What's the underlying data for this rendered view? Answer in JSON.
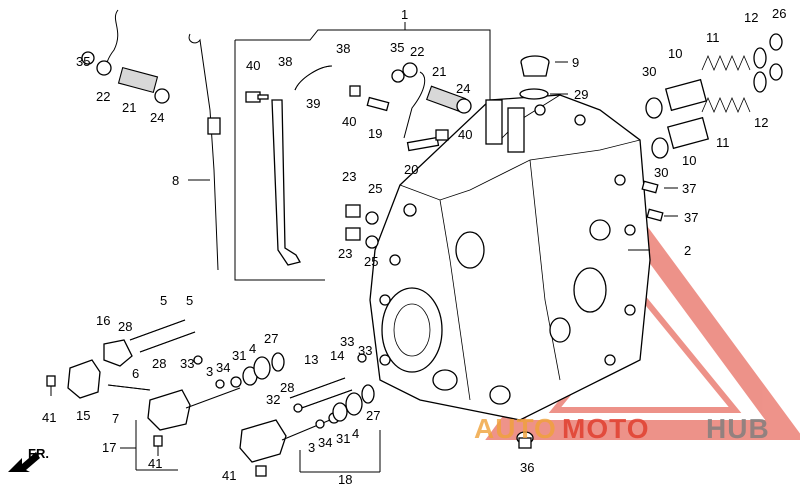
{
  "diagram": {
    "callouts": {
      "c1": "1",
      "c2": "2",
      "c3a": "3",
      "c3b": "3",
      "c4a": "4",
      "c4b": "4",
      "c5a": "5",
      "c5b": "5",
      "c6": "6",
      "c7": "7",
      "c8": "8",
      "c9": "9",
      "c10a": "10",
      "c10b": "10",
      "c11a": "11",
      "c11b": "11",
      "c12a": "12",
      "c12b": "12",
      "c13": "13",
      "c14": "14",
      "c15": "15",
      "c16": "16",
      "c17": "17",
      "c18": "18",
      "c19": "19",
      "c20": "20",
      "c21a": "21",
      "c21b": "21",
      "c22a": "22",
      "c22b": "22",
      "c23a": "23",
      "c23b": "23",
      "c24a": "24",
      "c24b": "24",
      "c25a": "25",
      "c25b": "25",
      "c26": "26",
      "c27a": "27",
      "c27b": "27",
      "c28a": "28",
      "c28b": "28",
      "c28c": "28",
      "c29": "29",
      "c30a": "30",
      "c30b": "30",
      "c31a": "31",
      "c31b": "31",
      "c32": "32",
      "c33a": "33",
      "c33b": "33",
      "c33c": "33",
      "c34a": "34",
      "c34b": "34",
      "c35a": "35",
      "c35b": "35",
      "c36": "36",
      "c37a": "37",
      "c37b": "37",
      "c38a": "38",
      "c38b": "38",
      "c39": "39",
      "c40a": "40",
      "c40b": "40",
      "c40c": "40",
      "c41a": "41",
      "c41b": "41",
      "c41c": "41"
    },
    "direction_label": "FR.",
    "colors": {
      "line": "#000000",
      "watermark_red": "#e03a2a",
      "watermark_orange": "#f0a23a",
      "watermark_gray": "#7d7d7d"
    }
  },
  "watermark": {
    "part1": "AUTO",
    "part2": "MOTO",
    "part3": "HUB"
  }
}
